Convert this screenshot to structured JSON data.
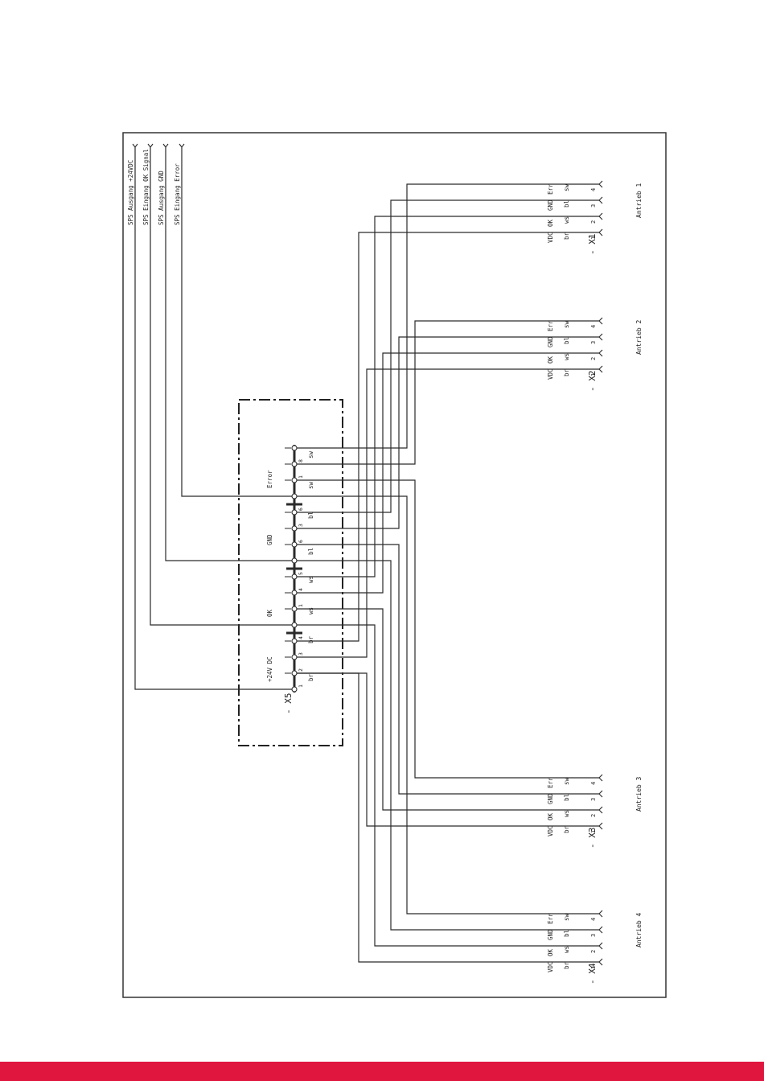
{
  "colors": {
    "line": "#2a2a2a",
    "footer_bar": "#e0163f",
    "background": "#ffffff"
  },
  "plc_signals": [
    "SPS Ausgang +24VDC",
    "SPS Eingang OK Signal",
    "SPS Ausgang GND",
    "SPS Eingang Error"
  ],
  "x5": {
    "label": "- X5",
    "groups": [
      "+24V DC",
      "OK",
      "GND",
      "Error"
    ],
    "terminal_numbers": [
      "1",
      "2",
      "3",
      "4",
      "1",
      "4",
      "5",
      "6",
      "3",
      "6",
      "1",
      "8"
    ],
    "wire_colors": [
      "br",
      "br",
      "ws",
      "ws",
      "bl",
      "bl",
      "sw",
      "sw"
    ]
  },
  "drives": [
    {
      "name": "Antrieb 4",
      "connector": "- X4",
      "pins": [
        "1",
        "2",
        "3",
        "4"
      ],
      "signals": [
        "VDC",
        "OK",
        "GND",
        "Err"
      ],
      "wires": [
        "br",
        "ws",
        "bl",
        "sw"
      ]
    },
    {
      "name": "Antrieb 3",
      "connector": "- X3",
      "pins": [
        "1",
        "2",
        "3",
        "4"
      ],
      "signals": [
        "VDC",
        "OK",
        "GND",
        "Err"
      ],
      "wires": [
        "br",
        "ws",
        "bl",
        "sw"
      ]
    },
    {
      "name": "Antrieb 2",
      "connector": "- X2",
      "pins": [
        "1",
        "2",
        "3",
        "4"
      ],
      "signals": [
        "VDC",
        "OK",
        "GND",
        "Err"
      ],
      "wires": [
        "br",
        "ws",
        "bl",
        "sw"
      ]
    },
    {
      "name": "Antrieb 1",
      "connector": "- X1",
      "pins": [
        "1",
        "2",
        "3",
        "4"
      ],
      "signals": [
        "VDC",
        "OK",
        "GND",
        "Err"
      ],
      "wires": [
        "br",
        "ws",
        "bl",
        "sw"
      ]
    }
  ]
}
